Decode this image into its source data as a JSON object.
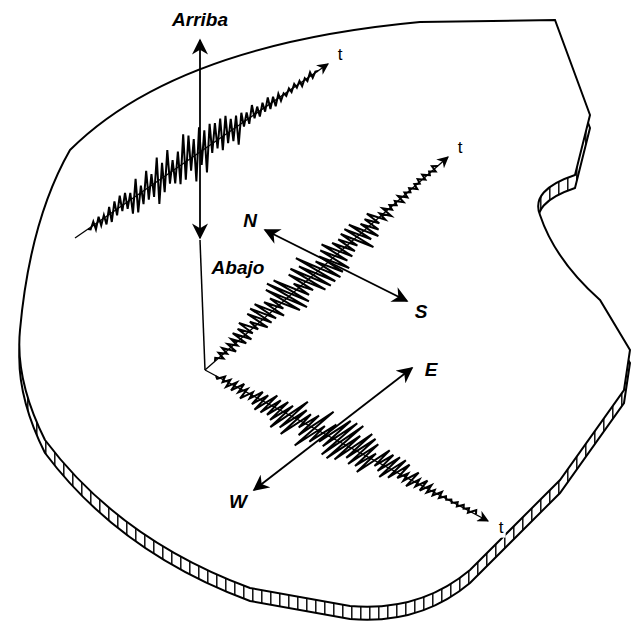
{
  "diagram": {
    "labels": [
      "Arriba",
      "Abajo",
      "N",
      "S",
      "E",
      "W",
      "t",
      "t",
      "t"
    ]
  }
}
